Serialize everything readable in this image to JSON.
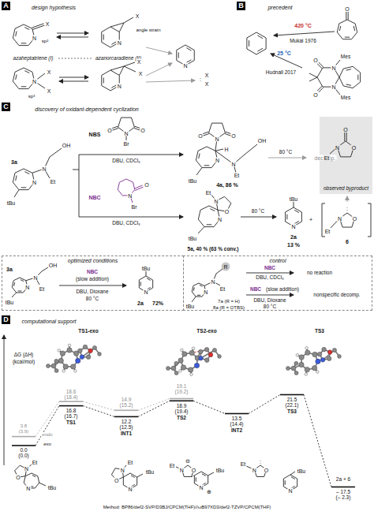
{
  "diagram": {
    "nodes": [
      {
        "text": [
          "A"
        ]
      },
      {
        "text": [
          "B"
        ]
      },
      {
        "text": [
          "C"
        ]
      },
      {
        "text": [
          "D"
        ]
      },
      {
        "text": [
          "observed byproduct"
        ]
      },
      {
        "text": [
          "optimized conditions"
        ]
      },
      {
        "text": [
          "control"
        ]
      }
    ],
    "labels": [
      "design hypothesis",
      "N",
      "X",
      "sp²",
      "azaheptatriene (I)",
      "N",
      "X",
      "angle strain",
      "azanorcaradiene (II)",
      "N",
      "X",
      "X",
      "sp³",
      "N",
      "X",
      "X",
      "N",
      ":",
      "X",
      "X",
      "precedent",
      "420 °C",
      "Mukai 1976",
      "O",
      "25 °C",
      "Hudnall 2017",
      "Mes",
      "N",
      "N",
      "Mes",
      "O",
      "O",
      "discovery of oxidant-dependent cyclization",
      "3a",
      "tBu",
      "N",
      "N",
      "Et",
      "OH",
      "NBS",
      "O",
      "O",
      "N",
      "Br",
      "DBU, CDCl₃",
      "tBu",
      "N",
      "H",
      "N",
      "Et",
      "OH",
      "O",
      "O",
      "N",
      "4a, 86 %",
      "80 °C",
      "decomp.",
      "NBC",
      "O",
      "N",
      "Br",
      "DBU, CDCl₃",
      "Et",
      "N",
      "O",
      "N",
      "tBu",
      "5a, 40 % (63 % conv.)",
      "80 °C",
      "tBu",
      "N",
      "2a",
      "13 %",
      "+",
      "Et",
      "N",
      "O",
      ":",
      "6",
      "Et",
      "N",
      "O",
      "O",
      "3a",
      "tBu",
      "N",
      "N",
      "Et",
      "OH",
      "NBC",
      "(slow addition)",
      "DBU, Dioxane",
      "80 °C",
      "tBu",
      "N",
      "2a",
      "72%",
      "tBu",
      "N",
      "N",
      "Et",
      "R",
      "7a (R = H)",
      "8a (R = OTBS)",
      "NBC",
      "DBU, CDCl₃",
      "no reaction",
      "NBC",
      "(slow addition)",
      "DBU, Dioxane",
      "80 °C",
      "nonspecific decomp.",
      "computational support",
      "TS1-exo",
      "TS2-exo",
      "TS3",
      "ΔG (ΔH)",
      "(kcal/mol)",
      "3.8",
      "(3.9)",
      "endo",
      "exo",
      "0.0",
      "(0.0)",
      "18.6",
      "(18.4)",
      "16.8",
      "(16.7)",
      "TS1",
      "14.9",
      "(15.2)",
      "12.2",
      "(12.5)",
      "INT1",
      "19.1",
      "(19.2)",
      "18.9",
      "(19.4)",
      "TS2",
      "13.5",
      "(14.4)",
      "INT2",
      "21.5",
      "(22.1)",
      "TS3",
      "2a + 6",
      "– 17.5",
      "(– 2.3)",
      "O",
      "N",
      "N",
      "Et",
      "tBu",
      "O",
      "N",
      "Et",
      "N",
      "tBu",
      "O",
      "N",
      "Et",
      "⊖",
      "N",
      "⊕",
      "tBu",
      "Et",
      "N",
      "O",
      ":",
      "N",
      "tBu",
      "Method: BP86/def2-SVP/D3BJ/CPCM(THF)//ωB97XD3/def2-TZVP/CPCM(THF)"
    ]
  }
}
